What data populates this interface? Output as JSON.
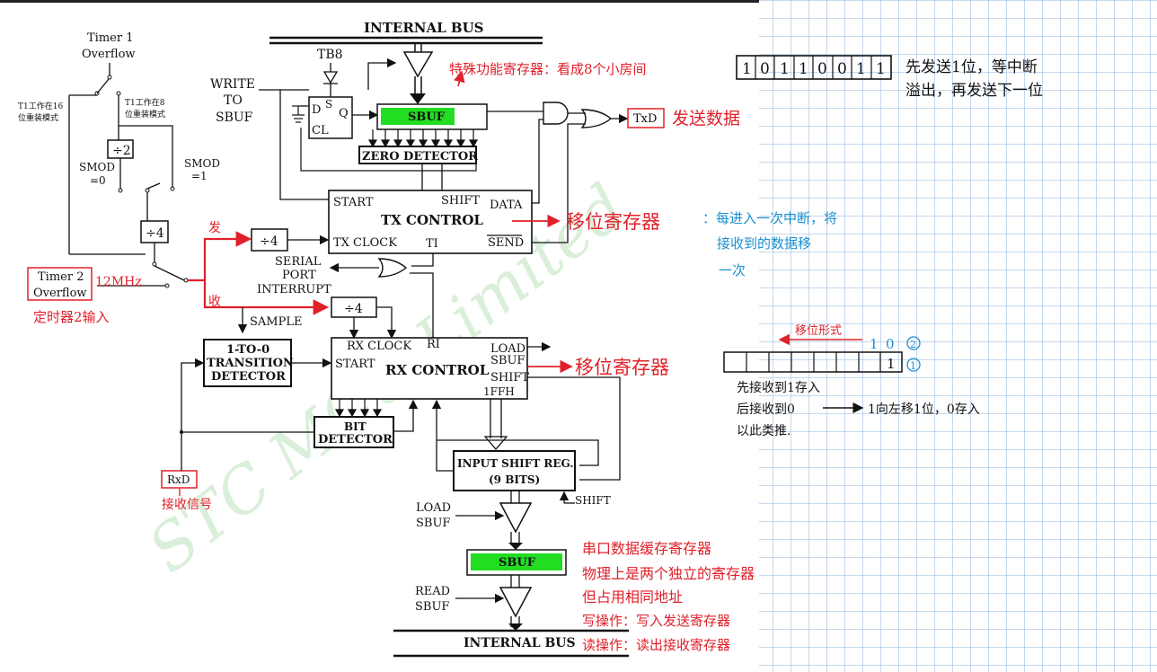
{
  "diagram": {
    "internal_bus_top": "INTERNAL BUS",
    "internal_bus_bottom": "INTERNAL BUS",
    "tb8": "TB8",
    "write_sbuf": [
      "WRITE",
      "TO",
      "SBUF"
    ],
    "d": "D",
    "s": "S",
    "q": "Q",
    "cl": "CL",
    "sbuf_tx": "SBUF",
    "sbuf_rx": "SBUF",
    "zero_detector": "ZERO DETECTOR",
    "txd": "TxD",
    "rxd": "RxD",
    "timer1_overflow": [
      "Timer 1",
      "Overflow"
    ],
    "timer2_overflow": [
      "Timer 2",
      "Overflow"
    ],
    "t1_mode16": [
      "T1工作在16",
      "位重装模式"
    ],
    "t1_mode8": [
      "T1工作在8",
      "位重装模式"
    ],
    "div2": "÷2",
    "div4_a": "÷4",
    "div4_b": "÷4",
    "div4_c": "÷4",
    "smod0": [
      "SMOD",
      "=0"
    ],
    "smod1": [
      "SMOD",
      "=1"
    ],
    "tx_start": "START",
    "tx_shift": "SHIFT",
    "tx_data": "DATA",
    "tx_control": "TX CONTROL",
    "tx_clock": "TX CLOCK",
    "ti": "TI",
    "send": "SEND",
    "serial_port_interrupt": [
      "SERIAL",
      "PORT",
      "INTERRUPT"
    ],
    "sample": "SAMPLE",
    "transition_detector": [
      "1-TO-0",
      "TRANSITION",
      "DETECTOR"
    ],
    "rx_clock": "RX CLOCK",
    "ri": "RI",
    "rx_start": "START",
    "rx_control": "RX CONTROL",
    "load_sbuf_rx": [
      "LOAD",
      "SBUF"
    ],
    "rx_shift": "SHIFT",
    "ffh": "1FFH",
    "bit_detector": [
      "BIT",
      "DETECTOR"
    ],
    "input_shift_reg": [
      "INPUT SHIFT REG.",
      "(9 BITS)"
    ],
    "shift_in": "SHIFT",
    "load_sbuf": [
      "LOAD",
      "SBUF"
    ],
    "read_sbuf": [
      "READ",
      "SBUF"
    ],
    "watermark": "STC  MCU  Limited"
  },
  "annotations": {
    "sfr_note": "特殊功能寄存器：看成8个小房间",
    "bits": [
      "1",
      "0",
      "1",
      "1",
      "0",
      "0",
      "1",
      "1"
    ],
    "send_first": [
      "先发送1位，等中断",
      "溢出，再发送下一位"
    ],
    "send_data": "发送数据",
    "shift_reg_tx": "移位寄存器",
    "shift_reg_tx_note": [
      "：每进入一次中断，将",
      "接收到的数据移",
      "一次"
    ],
    "freq": "12MHz",
    "timer2_input": "定时器2输入",
    "fa": "发",
    "shou": "收",
    "shift_reg_rx": "移位寄存器",
    "shift_form": "移位形式",
    "shift_bits": [
      "1",
      "0"
    ],
    "circ2": "2",
    "circ1": "1",
    "shift_cell_bit": "1",
    "recv_first": "先接收到1存入",
    "recv_then": "后接收到0",
    "recv_then2": "1向左移1位，0存入",
    "so_on": "以此类推.",
    "receive_signal": "接收信号",
    "sbuf_desc": [
      "串口数据缓存寄存器",
      "物理上是两个独立的寄存器",
      "但占用相同地址",
      "写操作：写入发送寄存器",
      "读操作：读出接收寄存器"
    ]
  },
  "colors": {
    "annotation_red": "#e0202a",
    "annotation_blue": "#1a8fd0",
    "sbuf_green": "#22dd22",
    "grid": "#96b9e1"
  }
}
